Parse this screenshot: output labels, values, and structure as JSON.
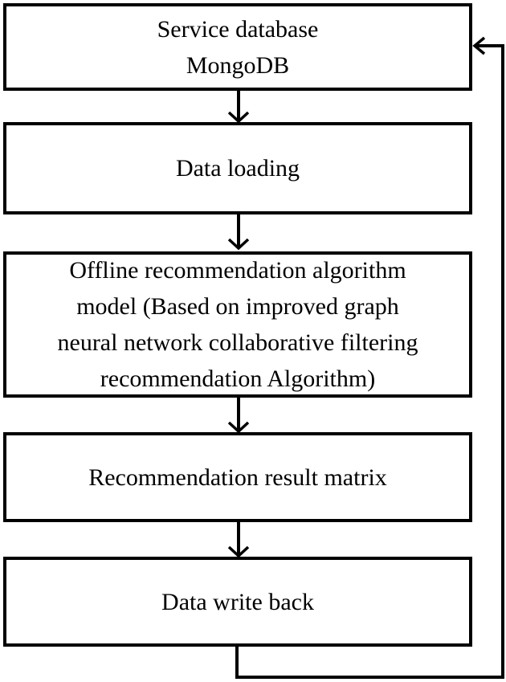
{
  "diagram": {
    "type": "flowchart",
    "colors": {
      "background": "#ffffff",
      "box_fill": "#ffffff",
      "line": "#000000",
      "text": "#000000"
    },
    "nodes": [
      {
        "id": "service-database",
        "lines": [
          "Service database",
          "MongoDB"
        ]
      },
      {
        "id": "data-loading",
        "lines": [
          "Data loading"
        ]
      },
      {
        "id": "offline-recommendation-model",
        "lines": [
          "Offline recommendation algorithm",
          "model (Based on improved graph",
          "neural network collaborative filtering",
          "recommendation Algorithm)"
        ]
      },
      {
        "id": "recommendation-result-matrix",
        "lines": [
          "Recommendation result matrix"
        ]
      },
      {
        "id": "data-write-back",
        "lines": [
          "Data write back"
        ]
      }
    ],
    "edges": [
      {
        "from": "service-database",
        "to": "data-loading",
        "style": "arrow-down"
      },
      {
        "from": "data-loading",
        "to": "offline-recommendation-model",
        "style": "arrow-down"
      },
      {
        "from": "offline-recommendation-model",
        "to": "recommendation-result-matrix",
        "style": "arrow-down"
      },
      {
        "from": "recommendation-result-matrix",
        "to": "data-write-back",
        "style": "arrow-down"
      },
      {
        "from": "data-write-back",
        "to": "service-database",
        "style": "feedback-loop-right-side"
      }
    ]
  }
}
